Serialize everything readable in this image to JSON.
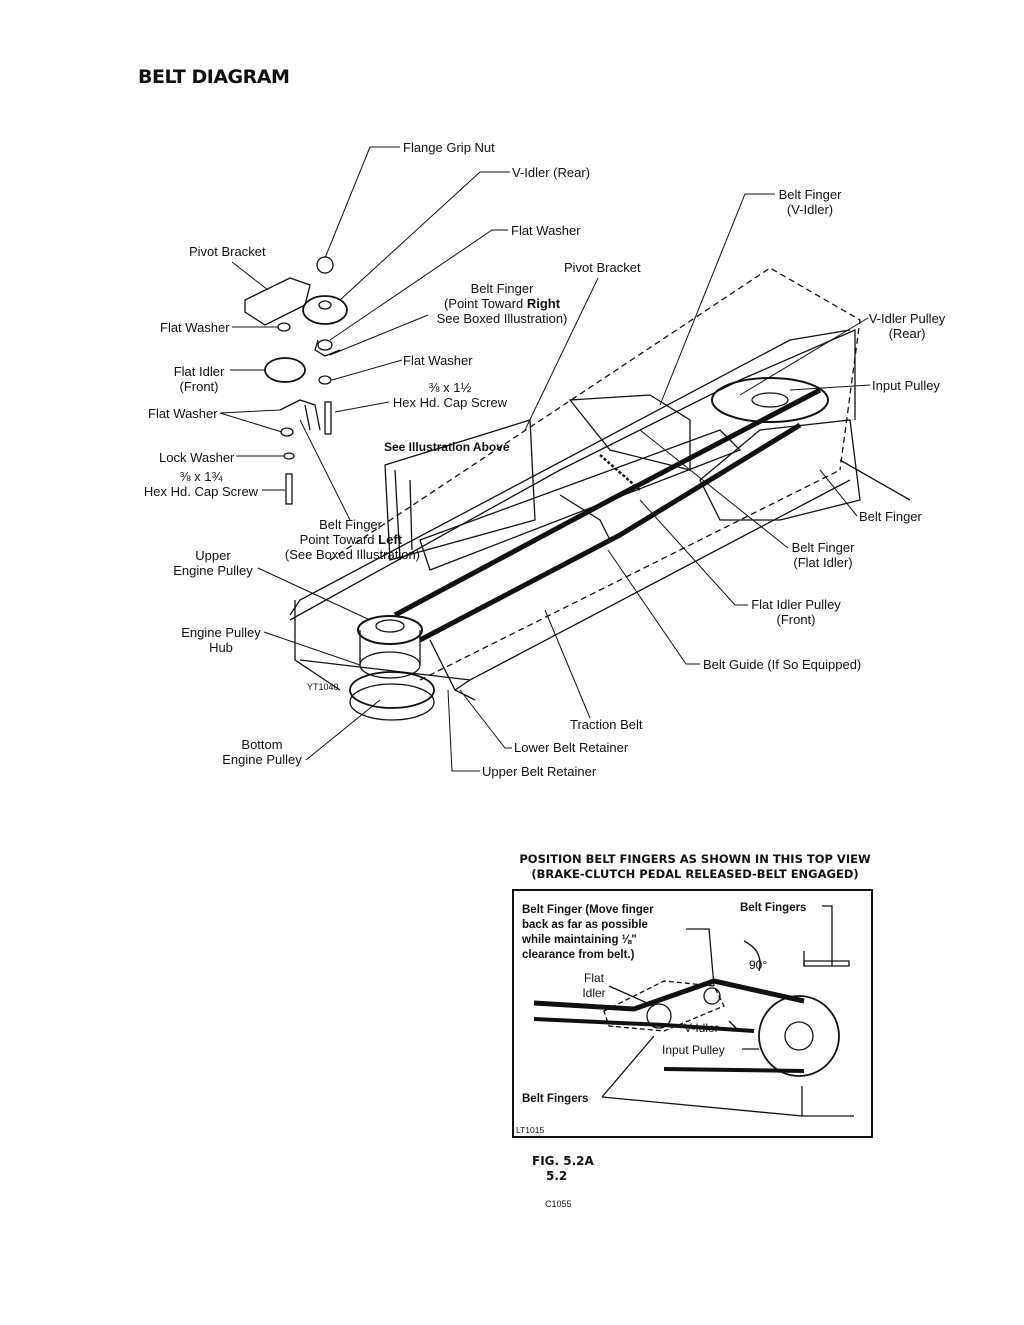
{
  "title": "BELT DIAGRAM",
  "labels": {
    "flange_grip_nut": "Flange Grip Nut",
    "v_idler_rear": "V-Idler (Rear)",
    "flat_washer_top": "Flat Washer",
    "pivot_bracket_left": "Pivot Bracket",
    "pivot_bracket_center": "Pivot Bracket",
    "belt_finger_right_1": "Belt Finger",
    "belt_finger_right_2": "(Point Toward",
    "belt_finger_right_bold": "Right",
    "belt_finger_right_3": "See Boxed Illustration)",
    "flat_washer_left": "Flat Washer",
    "flat_washer_mid": "Flat Washer",
    "flat_idler_front_1": "Flat Idler",
    "flat_idler_front_2": "(Front)",
    "screw_1_size": "⅜ x 1½",
    "screw_1_desc": "Hex Hd. Cap Screw",
    "flat_washer_lower": "Flat Washer",
    "see_illustration_above": "See Illustration Above",
    "lock_washer": "Lock Washer",
    "screw_2_size": "⅜ x 1¾",
    "screw_2_desc": "Hex Hd. Cap Screw",
    "belt_finger_left_1": "Belt Finger",
    "belt_finger_left_2": "Point Toward",
    "belt_finger_left_bold": "Left",
    "belt_finger_left_3": "(See Boxed Illustration)",
    "upper_engine_pulley_1": "Upper",
    "upper_engine_pulley_2": "Engine Pulley",
    "engine_pulley_hub_1": "Engine Pulley",
    "engine_pulley_hub_2": "Hub",
    "yt1040": "YT1040",
    "bottom_engine_pulley_1": "Bottom",
    "bottom_engine_pulley_2": "Engine Pulley",
    "belt_finger_v_idler_1": "Belt Finger",
    "belt_finger_v_idler_2": "(V-Idler)",
    "v_idler_pulley_rear_1": "V-Idler Pulley",
    "v_idler_pulley_rear_2": "(Rear)",
    "input_pulley": "Input Pulley",
    "belt_finger_plain": "Belt Finger",
    "belt_finger_flat_idler_1": "Belt Finger",
    "belt_finger_flat_idler_2": "(Flat Idler)",
    "flat_idler_pulley_front_1": "Flat Idler Pulley",
    "flat_idler_pulley_front_2": "(Front)",
    "belt_guide": "Belt Guide (If So Equipped)",
    "traction_belt": "Traction Belt",
    "lower_belt_retainer": "Lower Belt Retainer",
    "upper_belt_retainer": "Upper Belt Retainer"
  },
  "inset": {
    "heading_1": "POSITION BELT FINGERS AS SHOWN IN THIS TOP VIEW",
    "heading_2": "(BRAKE-CLUTCH PEDAL RELEASED-BELT ENGAGED)",
    "note_1": "Belt Finger (Move finger",
    "note_2": "back as far as possible",
    "note_3": "while maintaining ⅛\"",
    "note_4": "clearance from belt.)",
    "belt_fingers_top": "Belt Fingers",
    "angle": "90°",
    "flat_idler_1": "Flat",
    "flat_idler_2": "Idler",
    "v_idler": "V-Idler",
    "input_pulley": "Input Pulley",
    "belt_fingers_bottom": "Belt Fingers",
    "code": "LT1015"
  },
  "figure": {
    "fig_1": "FIG. 5.2A",
    "fig_2": "5.2",
    "code": "C1055"
  }
}
